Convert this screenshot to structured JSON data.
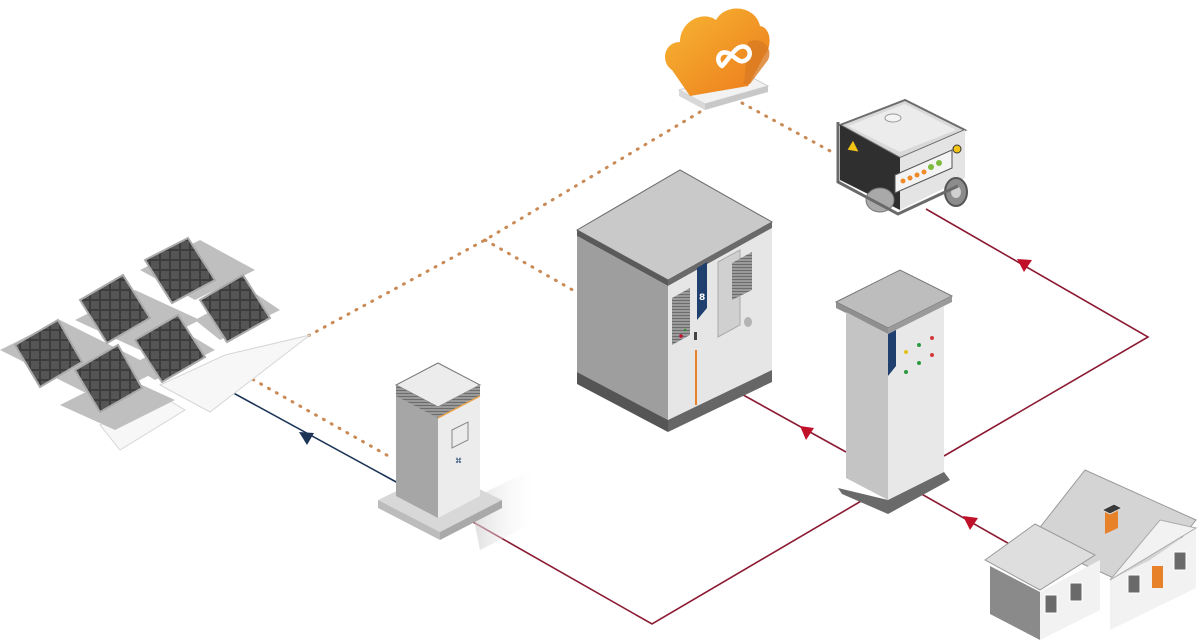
{
  "diagram": {
    "type": "energy-system-topology",
    "nodes": [
      {
        "id": "cloud",
        "label": "cloud-platform",
        "icon": "cloud-link-icon",
        "color": "#f39a1f"
      },
      {
        "id": "generator",
        "label": "diesel-generator",
        "icon": "generator-icon"
      },
      {
        "id": "solar",
        "label": "solar-pv-array",
        "icon": "solar-panel-icon",
        "panel_count": 6
      },
      {
        "id": "pcs",
        "label": "energy-storage-cabinet",
        "icon": "storage-cabinet-icon"
      },
      {
        "id": "inverter",
        "label": "pv-inverter",
        "icon": "inverter-icon"
      },
      {
        "id": "switchgear",
        "label": "distribution-cabinet",
        "icon": "switchgear-icon"
      },
      {
        "id": "house",
        "label": "residential-load",
        "icon": "house-icon"
      }
    ],
    "links": [
      {
        "from": "cloud",
        "to": "solar",
        "kind": "communication",
        "style": "dotted"
      },
      {
        "from": "cloud",
        "to": "generator",
        "kind": "communication",
        "style": "dotted"
      },
      {
        "from": "cloud",
        "to": "pcs",
        "kind": "communication",
        "style": "dotted"
      },
      {
        "from": "solar",
        "to": "inverter",
        "kind": "communication",
        "style": "dotted"
      },
      {
        "from": "solar",
        "to": "inverter",
        "kind": "dc-power",
        "style": "solid",
        "arrow": true
      },
      {
        "from": "inverter",
        "to": "switchgear",
        "kind": "ac-power",
        "style": "solid"
      },
      {
        "from": "pcs",
        "to": "switchgear",
        "kind": "ac-power",
        "style": "solid",
        "arrow": true
      },
      {
        "from": "generator",
        "to": "switchgear",
        "kind": "ac-power",
        "style": "solid",
        "arrow": true
      },
      {
        "from": "switchgear",
        "to": "house",
        "kind": "ac-power",
        "style": "solid",
        "arrow": true
      }
    ],
    "colors": {
      "communication": "#c98a55",
      "ac_power": "#8b1a32",
      "dc_power": "#1c3557",
      "arrow_ac": "#c0102a",
      "brand_stripe": "#1f3f6e",
      "accent_orange": "#e8822a",
      "cabinet_light": "#e6e6e6",
      "cabinet_mid": "#bdbdbd",
      "cabinet_dark": "#8f8f8f"
    }
  }
}
